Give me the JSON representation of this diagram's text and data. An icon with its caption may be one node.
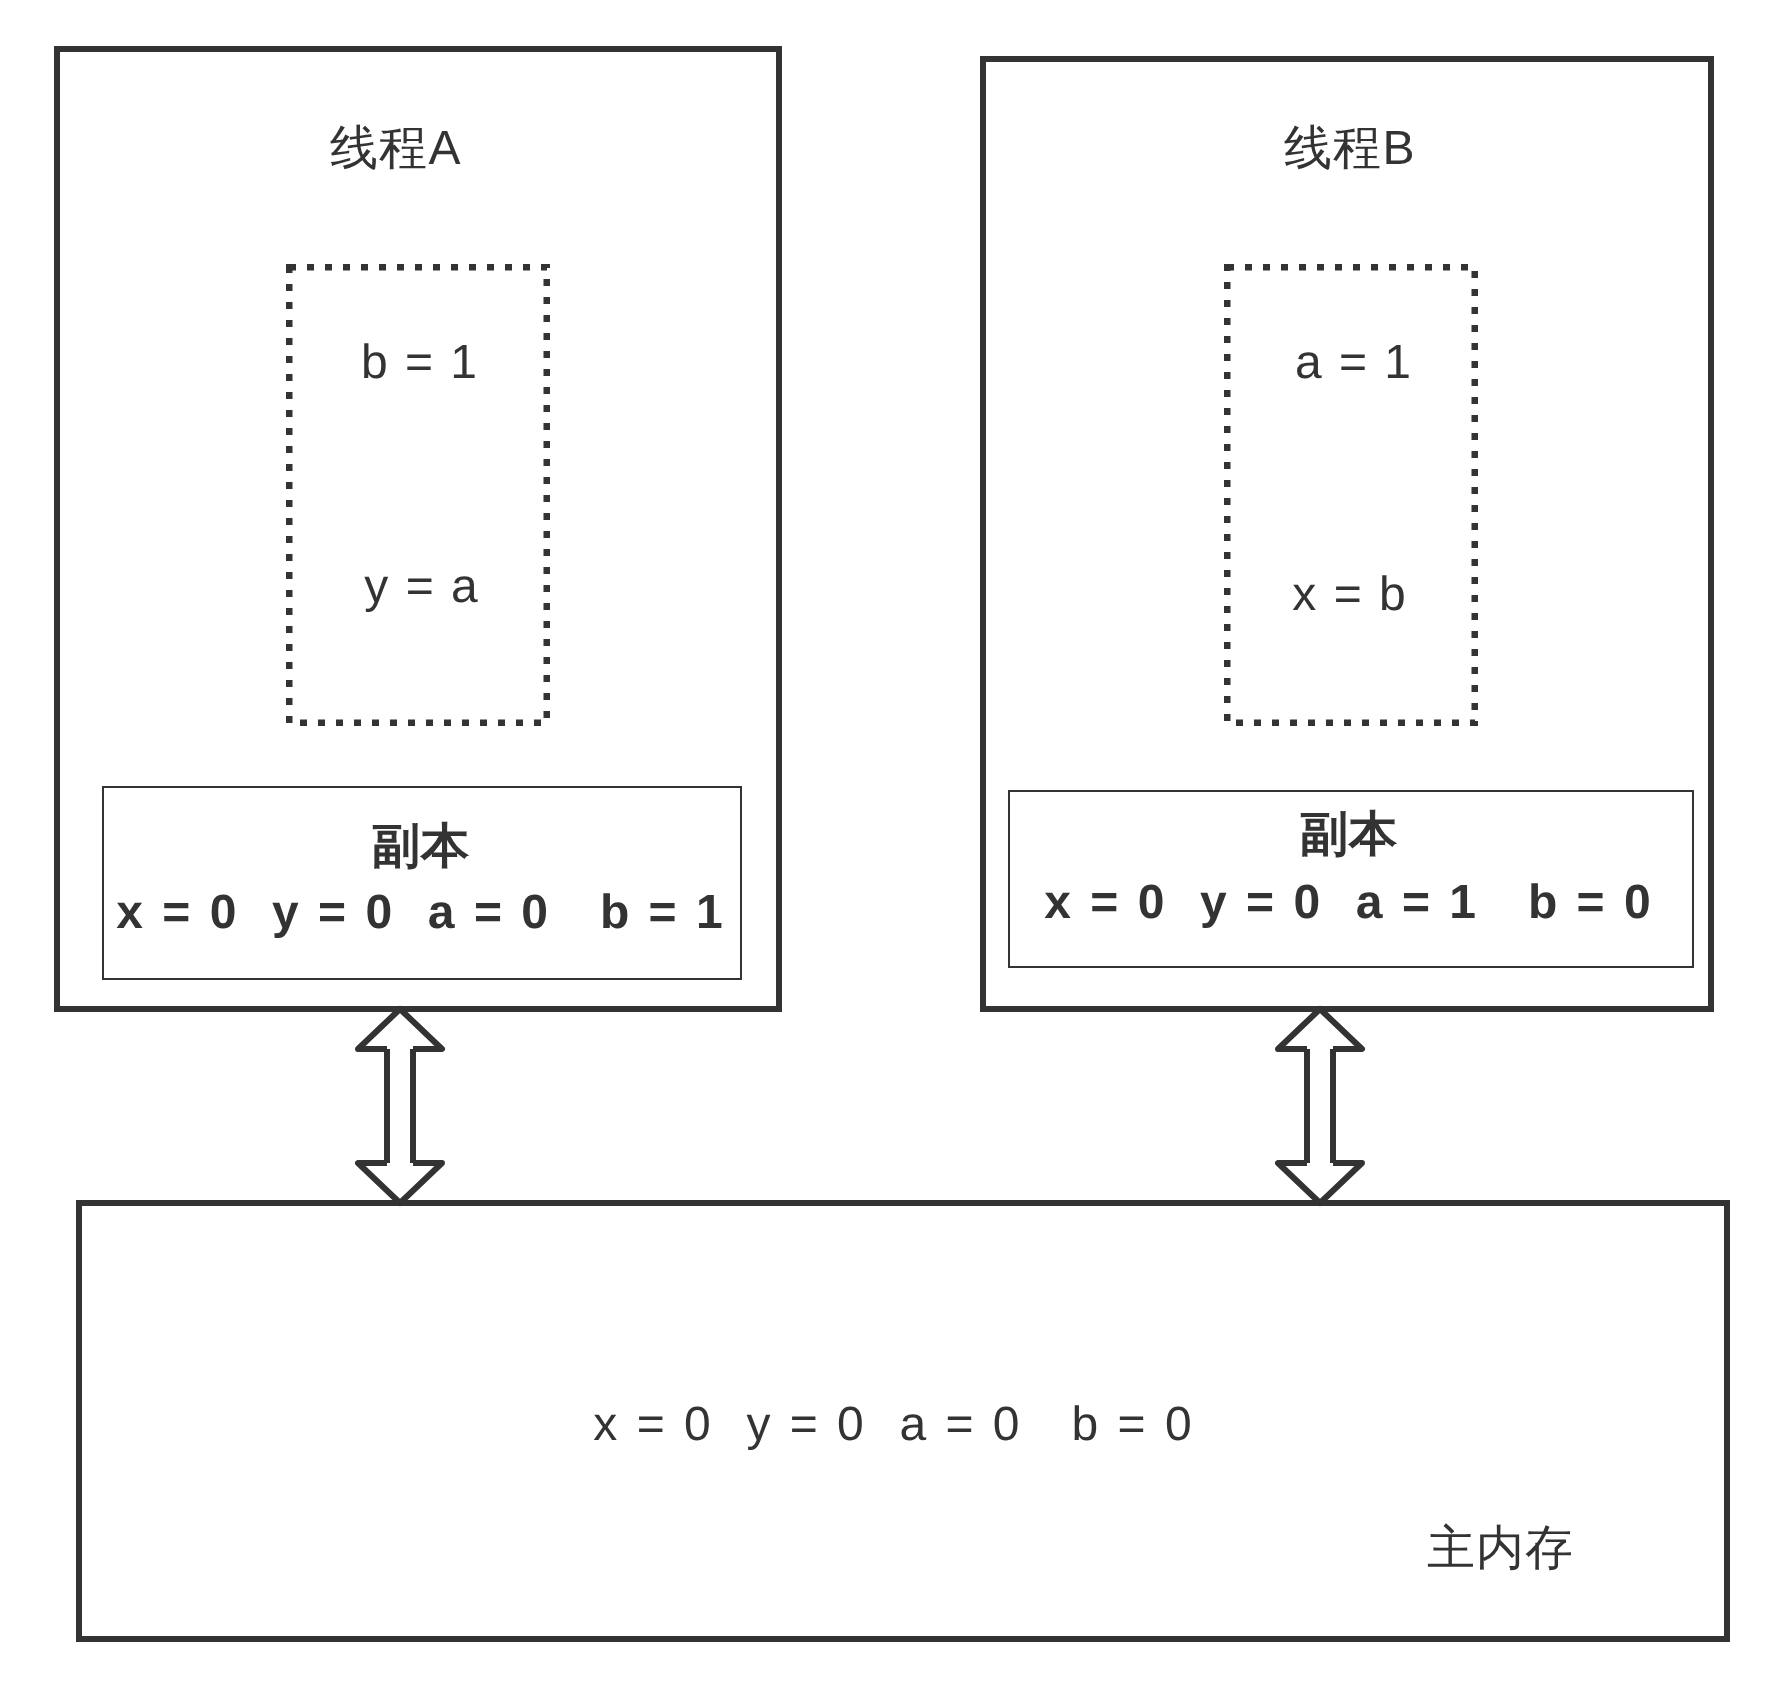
{
  "diagram": {
    "nodes": [
      {
        "text": [
          "线程A"
        ]
      },
      {
        "text": [
          "b = 1",
          "y = a"
        ],
        "in": 0
      },
      {
        "text": [
          "副本",
          "x = 0  y = 0  a = 0   b = 1"
        ],
        "in": 0
      },
      {
        "text": [
          "线程B"
        ]
      },
      {
        "text": [
          "a = 1",
          "x = b"
        ],
        "in": 3
      },
      {
        "text": [
          "副本",
          "x = 0  y = 0  a = 1   b = 0"
        ],
        "in": 3
      },
      {
        "text": [
          "x = 0  y = 0  a = 0   b = 0",
          "主内存"
        ]
      }
    ],
    "edges": [
      {
        "from": 0,
        "to": 6,
        "arrow": "both"
      },
      {
        "from": 3,
        "to": 6,
        "arrow": "both"
      }
    ]
  }
}
